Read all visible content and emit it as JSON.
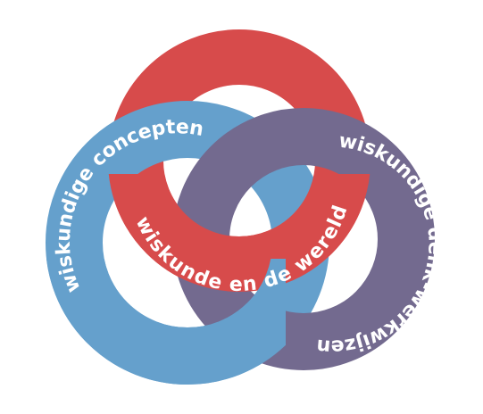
{
  "rings": {
    "concepts": {
      "label": "wiskundige concepten",
      "color": "#65a0cc"
    },
    "thinking": {
      "label": "wiskundige denk-werkwijzen",
      "color": "#736a8f"
    },
    "world": {
      "label": "wiskunde en de wereld",
      "color": "#d74b4b"
    }
  }
}
